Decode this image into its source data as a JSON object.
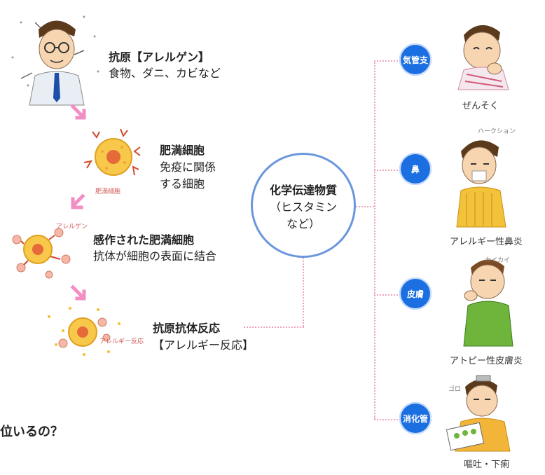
{
  "steps": [
    {
      "title": "抗原【アレルゲン】",
      "desc": "食物、ダニ、カビなど"
    },
    {
      "title": "肥満細胞",
      "desc_line1": "免疫に関係",
      "desc_line2": "する細胞"
    },
    {
      "title": "感作された肥満細胞",
      "desc": "抗体が細胞の表面に結合"
    },
    {
      "title": "抗原抗体反応",
      "desc": "【アレルギー反応】"
    }
  ],
  "illustration_labels": {
    "mast_cell": "肥満細胞",
    "allergen": "アレルゲン",
    "allergy_reaction": "アレルギー反応",
    "sneeze": "ハークション",
    "itch": "カイカイ",
    "gurgle": "ゴロ"
  },
  "center": {
    "line1": "化学伝達物質",
    "line2": "（ヒスタミン",
    "line3": "など）"
  },
  "organs": [
    {
      "badge": "気管支",
      "caption": "ぜんそく"
    },
    {
      "badge": "鼻",
      "caption": "アレルギー性鼻炎"
    },
    {
      "badge": "皮膚",
      "caption": "アトピー性皮膚炎"
    },
    {
      "badge": "消化管",
      "caption": "嘔吐・下痢"
    }
  ],
  "bottom_partial": "位いるの？",
  "colors": {
    "badge": "#1c6fe0",
    "center_border": "#6a96de",
    "arrow": "#f28ec4",
    "dots": "#f0a3b8"
  }
}
